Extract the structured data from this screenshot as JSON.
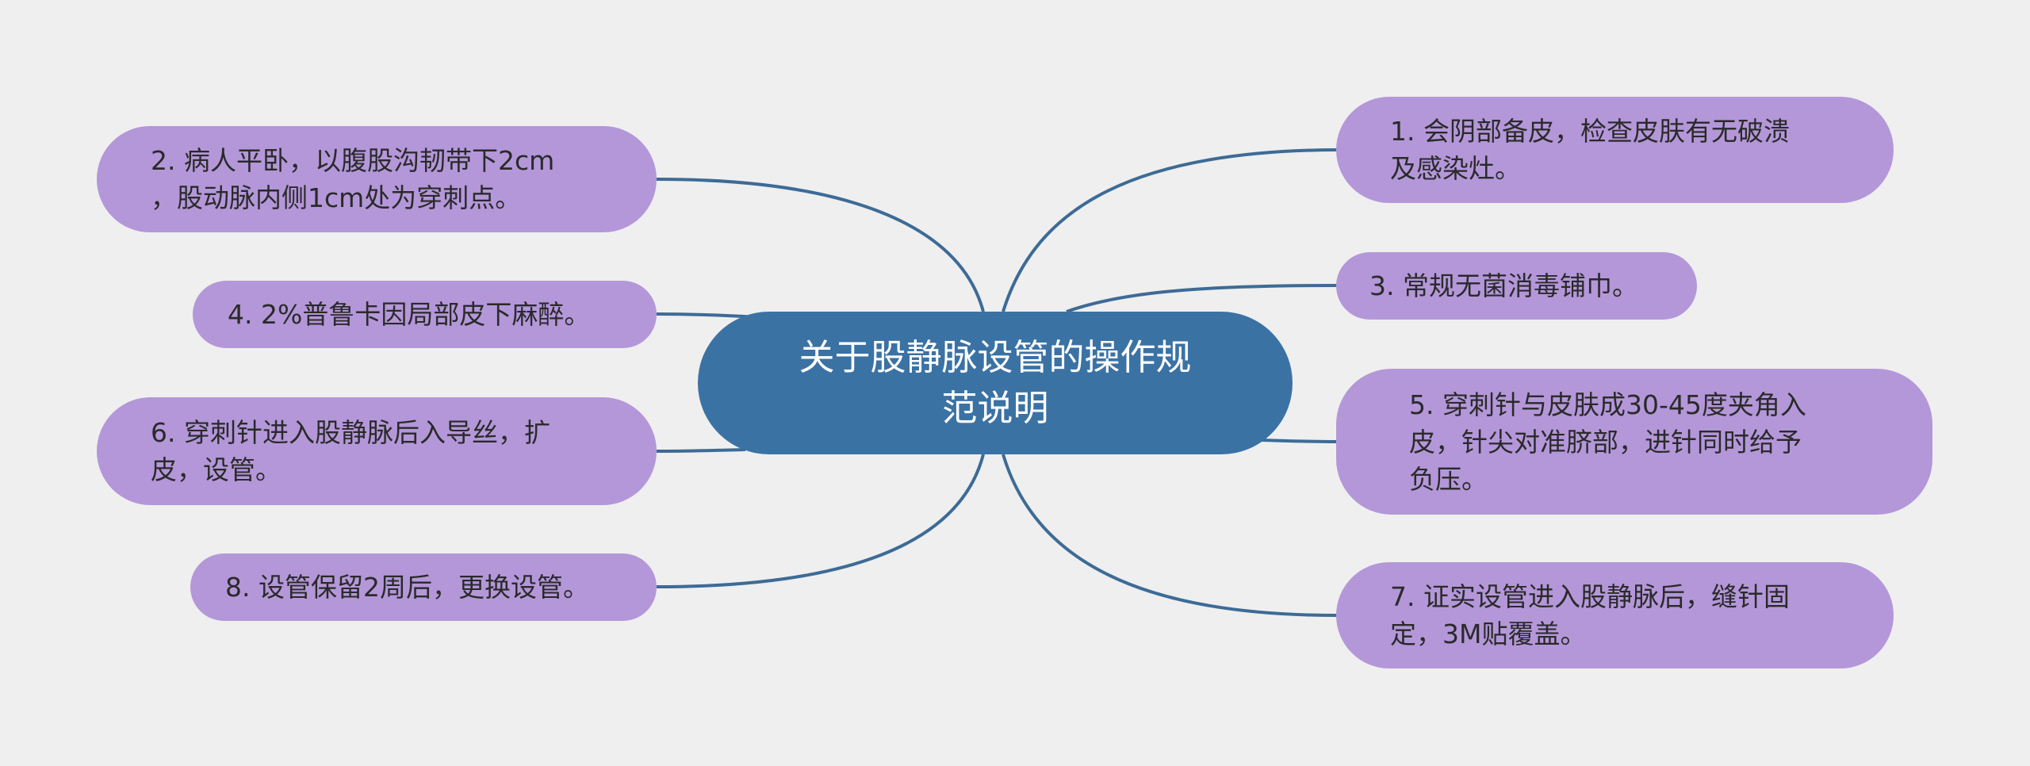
{
  "diagram": {
    "type": "mind-map",
    "center": {
      "text": "关于股静脉设管的操作规\n范说明"
    },
    "branches": [
      {
        "id": "n1",
        "side": "right",
        "text": "1. 会阴部备皮，检查皮肤有无破溃\n及感染灶。"
      },
      {
        "id": "n2",
        "side": "left",
        "text": "2. 病人平卧，以腹股沟韧带下2cm\n，股动脉内侧1cm处为穿刺点。"
      },
      {
        "id": "n3",
        "side": "right",
        "text": "3. 常规无菌消毒铺巾。"
      },
      {
        "id": "n4",
        "side": "left",
        "text": "4. 2%普鲁卡因局部皮下麻醉。"
      },
      {
        "id": "n5",
        "side": "right",
        "text": "5. 穿刺针与皮肤成30-45度夹角入\n皮，针尖对准脐部，进针同时给予\n负压。"
      },
      {
        "id": "n6",
        "side": "left",
        "text": "6. 穿刺针进入股静脉后入导丝，扩\n皮，设管。"
      },
      {
        "id": "n7",
        "side": "right",
        "text": "7. 证实设管进入股静脉后，缝针固\n定，3M贴覆盖。"
      },
      {
        "id": "n8",
        "side": "left",
        "text": "8. 设管保留2周后，更换设管。"
      }
    ],
    "colors": {
      "background": "#efefef",
      "center_fill": "#3b72a4",
      "center_text": "#ffffff",
      "branch_fill": "#b497d9",
      "branch_text": "#2a2a2a",
      "connector": "#3d6b96"
    }
  }
}
